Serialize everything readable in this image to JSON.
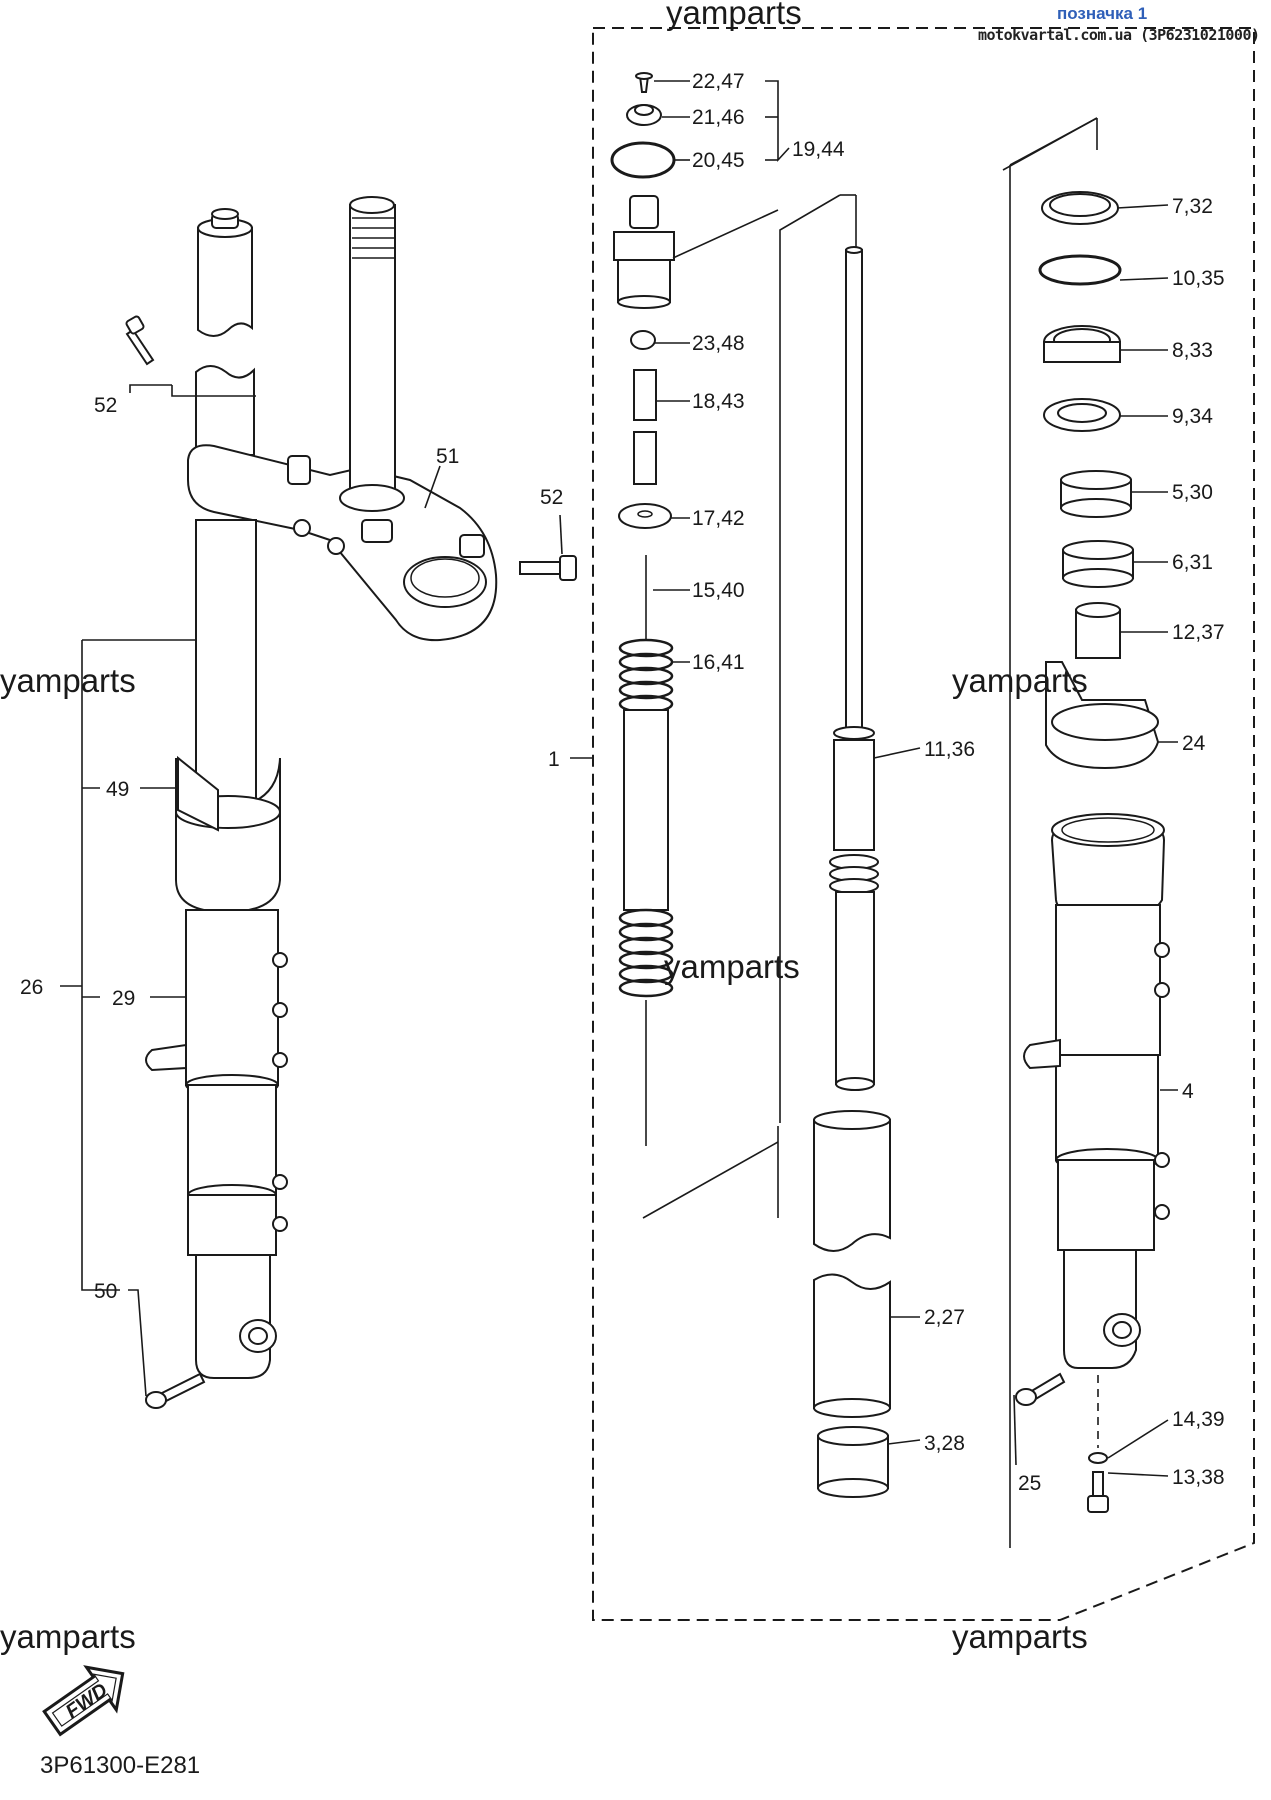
{
  "header": {
    "link_text": "позначка 1",
    "source_text": "motokvartal.com.ua (3P6231021000)"
  },
  "watermark": "yamparts",
  "diagram_code": "3P61300-E281",
  "fwd_label": "FWD",
  "callouts": {
    "c22": "22,47",
    "c21": "21,46",
    "c20": "20,45",
    "c19": "19,44",
    "c23": "23,48",
    "c18": "18,43",
    "c17": "17,42",
    "c15": "15,40",
    "c16": "16,41",
    "c1": "1",
    "c11": "11,36",
    "c7": "7,32",
    "c10": "10,35",
    "c8": "8,33",
    "c9": "9,34",
    "c5": "5,30",
    "c6": "6,31",
    "c12": "12,37",
    "c24": "24",
    "c4": "4",
    "c2": "2,27",
    "c14": "14,39",
    "c3": "3,28",
    "c13": "13,38",
    "c25": "25",
    "c52a": "52",
    "c52b": "52",
    "c51": "51",
    "c49": "49",
    "c26": "26",
    "c29": "29",
    "c50": "50"
  },
  "icons": {
    "fwd_arrow": "fwd-arrow-icon"
  }
}
